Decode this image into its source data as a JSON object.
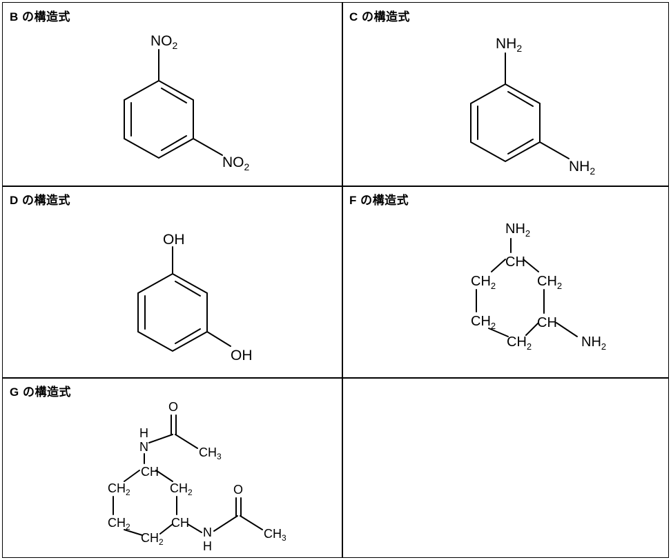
{
  "cells": [
    {
      "letter": "B",
      "label_suffix": "の構造式"
    },
    {
      "letter": "C",
      "label_suffix": "の構造式"
    },
    {
      "letter": "D",
      "label_suffix": "の構造式"
    },
    {
      "letter": "F",
      "label_suffix": "の構造式"
    },
    {
      "letter": "G",
      "label_suffix": "の構造式"
    }
  ],
  "structures": {
    "B": {
      "top_group": "NO",
      "top_sub": "2",
      "side_group": "NO",
      "side_sub": "2"
    },
    "C": {
      "top_group": "NH",
      "top_sub": "2",
      "side_group": "NH",
      "side_sub": "2"
    },
    "D": {
      "top_group": "OH",
      "side_group": "OH"
    },
    "F": {
      "nh2_top": "NH",
      "nh2_sub": "2",
      "ch_top": "CH",
      "ch2": "CH",
      "ch2_sub": "2",
      "ch_right": "CH",
      "nh2_right": "NH"
    },
    "G": {
      "o": "O",
      "h": "H",
      "n": "N",
      "ch3": "CH",
      "ch3_sub": "3",
      "ch": "CH",
      "ch2": "CH",
      "ch2_sub": "2"
    }
  }
}
